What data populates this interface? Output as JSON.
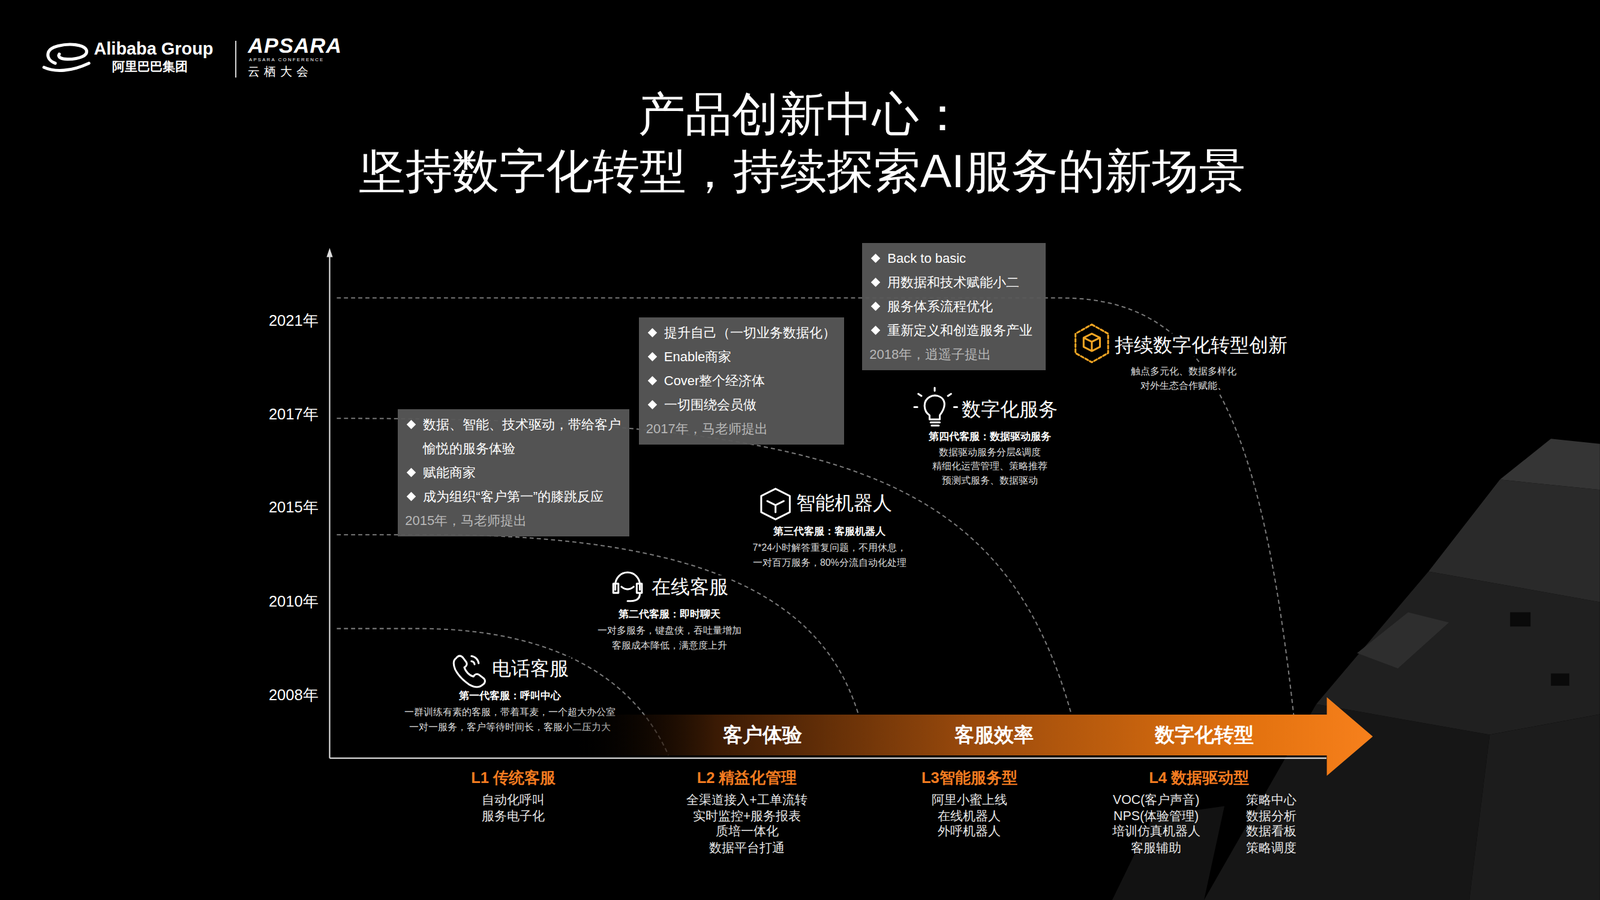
{
  "diagram": {
    "title": "产品创新中心： 坚持数字化转型，持续探索AI服务的新场景",
    "nodes": [
      {
        "text": [
          "数据、智能、技术驱动，带给客户 愉悦的服务体验",
          "赋能商家",
          "成为组织“客户第一”的膝跳反应",
          "2015年，马老师提出"
        ]
      },
      {
        "text": [
          "提升自己（一切业务数据化）",
          "Enable商家",
          "Cover整个经济体",
          "一切围绕会员做",
          "2017年，马老师提出"
        ]
      },
      {
        "text": [
          "Back to basic",
          "用数据和技术赋能小二",
          "服务体系流程优化",
          "重新定义和创造服务产业",
          "2018年，逍遥子提出"
        ]
      },
      {
        "text": [
          "客户体验",
          "客服效率",
          "数字化转型"
        ]
      }
    ],
    "labels": [
      "Alibaba Group",
      "阿里巴巴集团",
      "APSARA",
      "APSARA CONFERENCE",
      "云栖大会",
      "2021年",
      "2017年",
      "2015年",
      "2010年",
      "2008年",
      "电话客服",
      "第一代客服：呼叫中心",
      "一群训练有素的客服，带着耳麦，一个超大办公室 一对一服务，客户等待时间长，客服小二压力大",
      "在线客服",
      "第二代客服：即时聊天",
      "一对多服务，键盘侠，吞吐量增加 客服成本降低，满意度上升",
      "智能机器人",
      "第三代客服：客服机器人",
      "7*24小时解答重复问题，不用休息， 一对百万服务，80%分流自动化处理",
      "数字化服务",
      "第四代客服：数据驱动服务",
      "数据驱动服务分层&调度 精细化运营管理、策略推荐 预测式服务、数据驱动",
      "持续数字化转型创新",
      "触点多元化、数据多样化 对外生态合作赋能、",
      "L1 传统客服",
      "自动化呼叫",
      "服务电子化",
      "L2 精益化管理",
      "全渠道接入+工单流转",
      "实时监控+服务报表",
      "质培一体化",
      "数据平台打通",
      "L3智能服务型",
      "阿里小蜜上线",
      "在线机器人",
      "外呼机器人",
      "L4 数据驱动型",
      "VOC(客户声音)",
      "NPS(体验管理)",
      "培训仿真机器人",
      "客服辅助",
      "策略中心",
      "数据分析",
      "数据看板",
      "策略调度"
    ]
  }
}
